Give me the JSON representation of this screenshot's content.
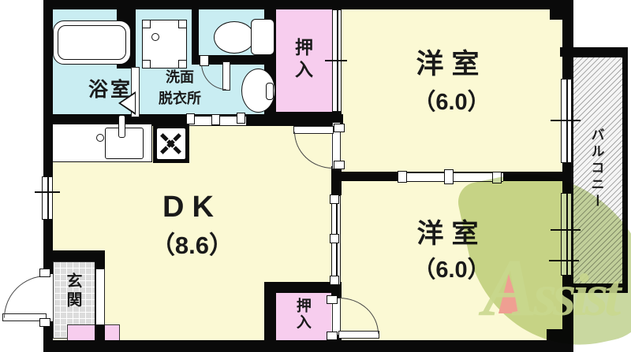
{
  "plan": {
    "rooms": {
      "bathroom": {
        "name": "浴室"
      },
      "washroom": {
        "name_line1": "洗面",
        "name_line2": "脱衣所"
      },
      "closet_top": {
        "name": "押入"
      },
      "closet_bottom": {
        "name": "押入"
      },
      "western_top": {
        "name": "洋室",
        "size": "（6.0）"
      },
      "western_bottom": {
        "name": "洋室",
        "size": "（6.0）"
      },
      "dining_kitchen": {
        "name": "DK",
        "size": "（8.6）"
      },
      "entrance": {
        "name": "玄関"
      },
      "balcony": {
        "name": "バルコニー"
      }
    },
    "colors": {
      "wet_area": "#c9edf2",
      "closet_pink": "#f7cdee",
      "room_yellow": "#fbf9d4",
      "entrance_tile": "#dcdcdc",
      "wall": "#0a0a0a",
      "watermark_green": "#a9bf5e",
      "watermark_accent": "#ef9f92"
    },
    "watermark": {
      "first_letter": "A",
      "rest": "ssist"
    }
  }
}
